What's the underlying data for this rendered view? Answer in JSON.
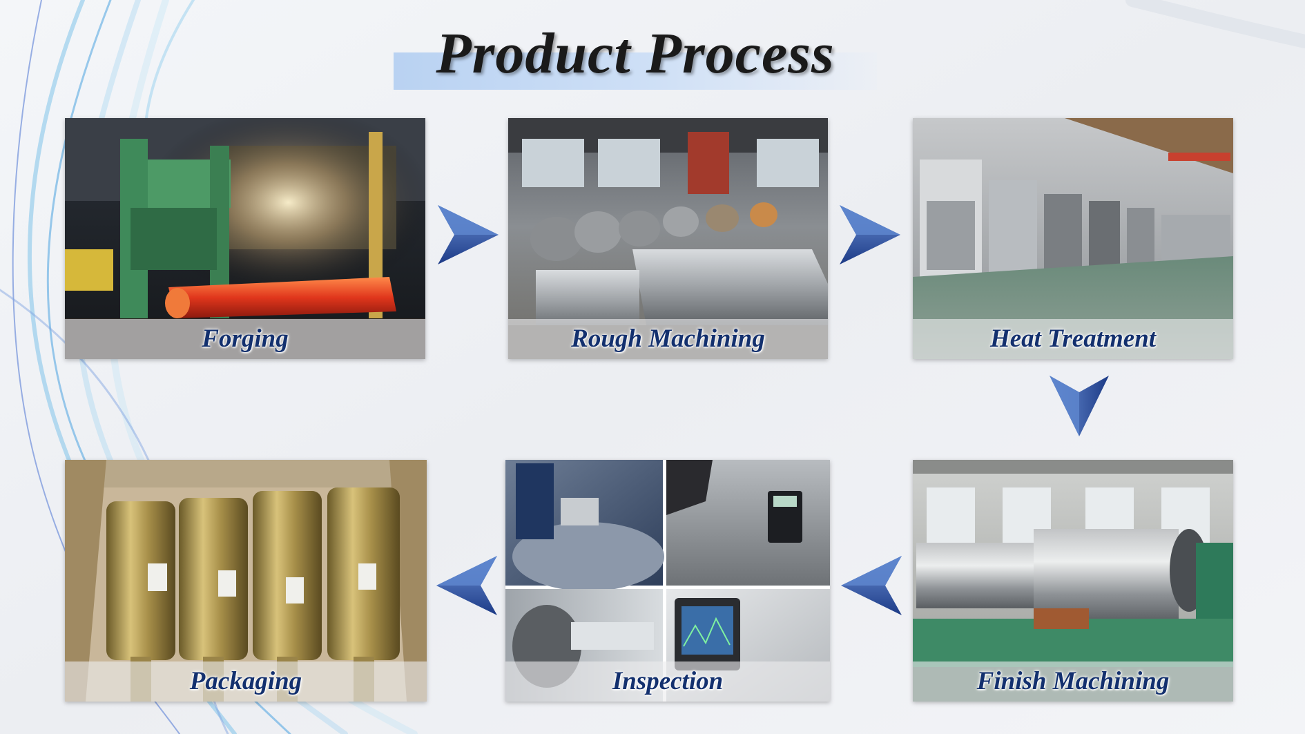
{
  "title": "Product Process",
  "colors": {
    "caption_text": "#13306e",
    "arrow_dark": "#1f3f8f",
    "arrow_light": "#5b82c9",
    "title_bar": "#c4d9f4"
  },
  "steps": [
    {
      "id": "forging",
      "label": "Forging"
    },
    {
      "id": "rough-machining",
      "label": "Rough Machining"
    },
    {
      "id": "heat-treatment",
      "label": "Heat Treatment"
    },
    {
      "id": "finish-machining",
      "label": "Finish Machining"
    },
    {
      "id": "inspection",
      "label": "Inspection"
    },
    {
      "id": "packaging",
      "label": "Packaging"
    }
  ],
  "flow": [
    {
      "from": "forging",
      "to": "rough-machining",
      "direction": "right"
    },
    {
      "from": "rough-machining",
      "to": "heat-treatment",
      "direction": "right"
    },
    {
      "from": "heat-treatment",
      "to": "finish-machining",
      "direction": "down"
    },
    {
      "from": "finish-machining",
      "to": "inspection",
      "direction": "left"
    },
    {
      "from": "inspection",
      "to": "packaging",
      "direction": "left"
    }
  ]
}
